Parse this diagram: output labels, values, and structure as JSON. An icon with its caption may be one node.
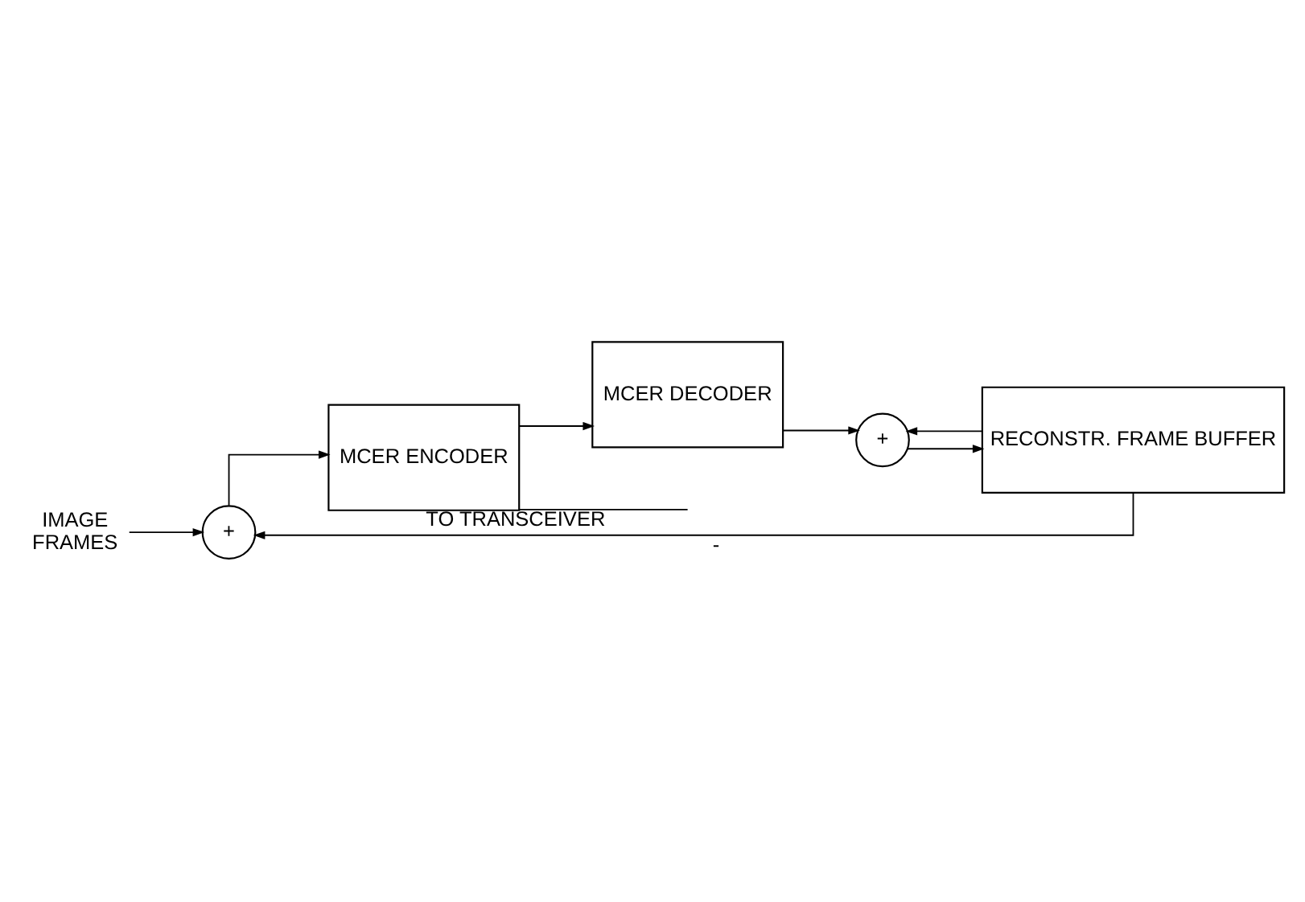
{
  "diagram": {
    "nodes": [
      {
        "text": [
          "IMAGE",
          "FRAMES"
        ]
      },
      {
        "text": [
          "+"
        ]
      },
      {
        "text": [
          "MCER ENCODER"
        ]
      },
      {
        "text": [
          "MCER DECODER"
        ]
      },
      {
        "text": [
          "+"
        ]
      },
      {
        "text": [
          "RECONSTR. FRAME BUFFER"
        ]
      }
    ],
    "edges": [
      {
        "from": 0,
        "to": 1,
        "arrow": "to"
      },
      {
        "from": 1,
        "to": 2,
        "arrow": "to"
      },
      {
        "from": 2,
        "to": null,
        "arrow": "none",
        "label": "TO TRANSCEIVER"
      },
      {
        "from": 2,
        "to": 3,
        "arrow": "to"
      },
      {
        "from": 3,
        "to": 4,
        "arrow": "to"
      },
      {
        "from": 4,
        "to": 5,
        "arrow": "to"
      },
      {
        "from": 5,
        "to": 1,
        "arrow": "to",
        "label": "-"
      },
      {
        "from": 5,
        "to": 4,
        "arrow": "to"
      }
    ]
  }
}
